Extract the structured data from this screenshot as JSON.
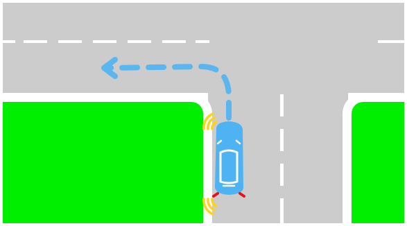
{
  "scene": {
    "colors": {
      "road": "#cccccc",
      "grass": "#00ee00",
      "curb": "#ffffff",
      "lane_marking": "#ffffff",
      "car_body": "#4db3f2",
      "car_glass": "#ffffff",
      "turn_path": "#5bb6f0",
      "signal_amber": "#ffd21a",
      "signal_red": "#e8121d"
    },
    "elements": {
      "car": "car-icon",
      "turn_arrow": "left-turn-arrow-icon",
      "signals": [
        "front-left-turn-signal",
        "rear-left-turn-signal",
        "left-brake-light",
        "right-brake-light"
      ]
    }
  }
}
